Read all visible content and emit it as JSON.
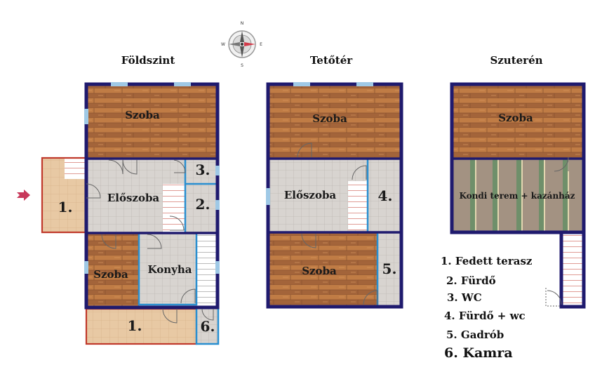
{
  "compass": {
    "n": "N",
    "s": "S",
    "e": "E",
    "w": "W"
  },
  "floors": {
    "ground": {
      "title": "Földszint",
      "rooms": {
        "szoba_top": "Szoba",
        "eloszoba": "Előszoba",
        "szoba_small": "Szoba",
        "konyha": "Konyha"
      },
      "numbers": {
        "n1_terrace": "1.",
        "n1_bottom": "1.",
        "n2": "2.",
        "n3": "3.",
        "n6": "6."
      }
    },
    "attic": {
      "title": "Tetőtér",
      "rooms": {
        "szoba_top": "Szoba",
        "eloszoba": "Előszoba",
        "szoba_bottom": "Szoba"
      },
      "numbers": {
        "n4": "4.",
        "n5": "5."
      }
    },
    "basement": {
      "title": "Szuterén",
      "rooms": {
        "szoba": "Szoba",
        "kondi": "Kondi terem + kazánház"
      }
    }
  },
  "legend": [
    "1. Fedett terasz",
    "2. Fürdő",
    "3. WC",
    "4. Fürdő + wc",
    "5. Gadrób",
    "6. Kamra"
  ],
  "colors": {
    "wall": "#1f1a6e",
    "wood": "#b0703d",
    "tile": "#d8d4d0",
    "terrace": "#e8c9a4",
    "accent_blue": "#2a8fd0",
    "accent_red": "#c0392b",
    "entry_arrow": "#c8385a"
  }
}
